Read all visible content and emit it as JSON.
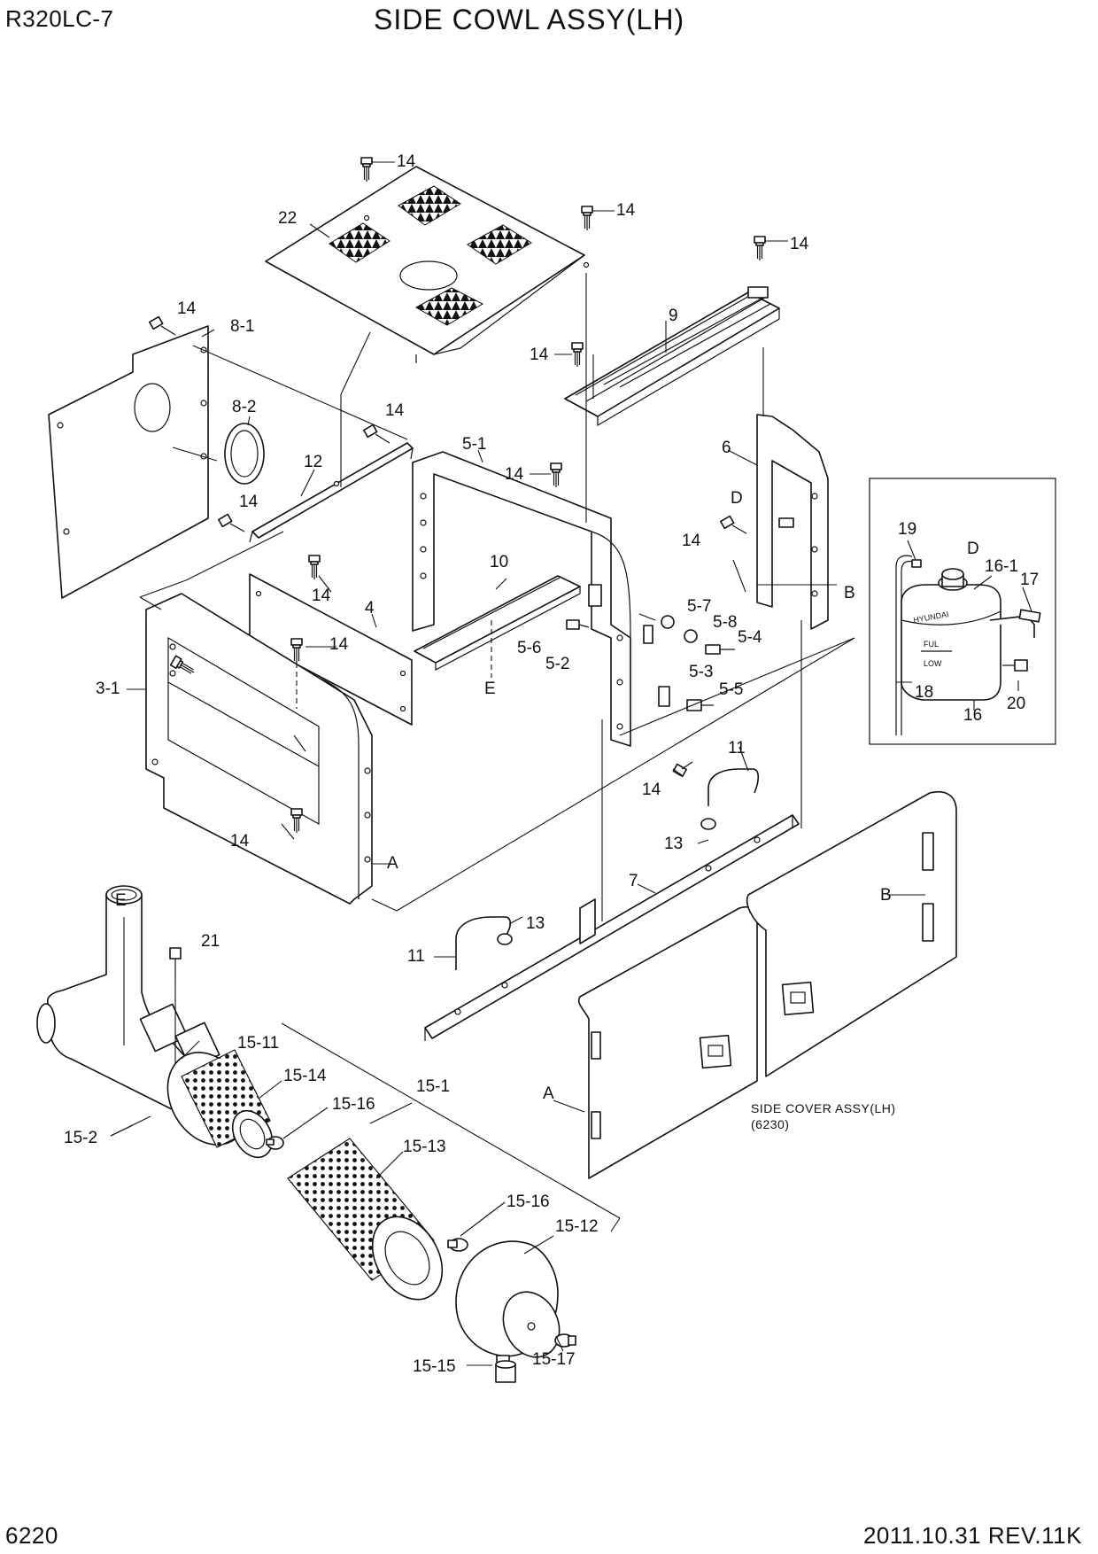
{
  "header": {
    "model": "R320LC-7",
    "title": "SIDE COWL ASSY(LH)"
  },
  "footer": {
    "page_number": "6220",
    "revision": "2011.10.31  REV.11K"
  },
  "reference_note": {
    "line1": "SIDE COVER ASSY(LH)",
    "line2": "(6230)"
  },
  "tank_decal": {
    "brand": "HYUNDAI",
    "full": "FUL",
    "low": "LOW"
  },
  "callouts": {
    "c14a": "14",
    "c14b": "14",
    "c14c": "14",
    "c14d": "14",
    "c14e": "14",
    "c14f": "14",
    "c14g": "14",
    "c14h": "14",
    "c14i": "14",
    "c14j": "14",
    "c14k": "14",
    "c14l": "14",
    "c14m": "14",
    "c22": "22",
    "c9": "9",
    "c8_1": "8-1",
    "c8_2": "8-2",
    "c12": "12",
    "c5_1": "5-1",
    "c6": "6",
    "cD1": "D",
    "cD2": "D",
    "cB1": "B",
    "cB2": "B",
    "c19": "19",
    "c16_1": "16-1",
    "c17": "17",
    "c18": "18",
    "c16": "16",
    "c20": "20",
    "c10": "10",
    "c4": "4",
    "c3_1": "3-1",
    "cE1": "E",
    "cE2": "E",
    "c5_7": "5-7",
    "c5_8": "5-8",
    "c5_4": "5-4",
    "c5_6": "5-6",
    "c5_2": "5-2",
    "c5_3": "5-3",
    "c5_5": "5-5",
    "c11a": "11",
    "c11b": "11",
    "c13a": "13",
    "c13b": "13",
    "c7": "7",
    "cA1": "A",
    "cA2": "A",
    "c21": "21",
    "c15_11": "15-11",
    "c15_14": "15-14",
    "c15_16a": "15-16",
    "c15_1": "15-1",
    "c15_2": "15-2",
    "c15_13": "15-13",
    "c15_16b": "15-16",
    "c15_12": "15-12",
    "c15_17": "15-17",
    "c15_15": "15-15"
  }
}
